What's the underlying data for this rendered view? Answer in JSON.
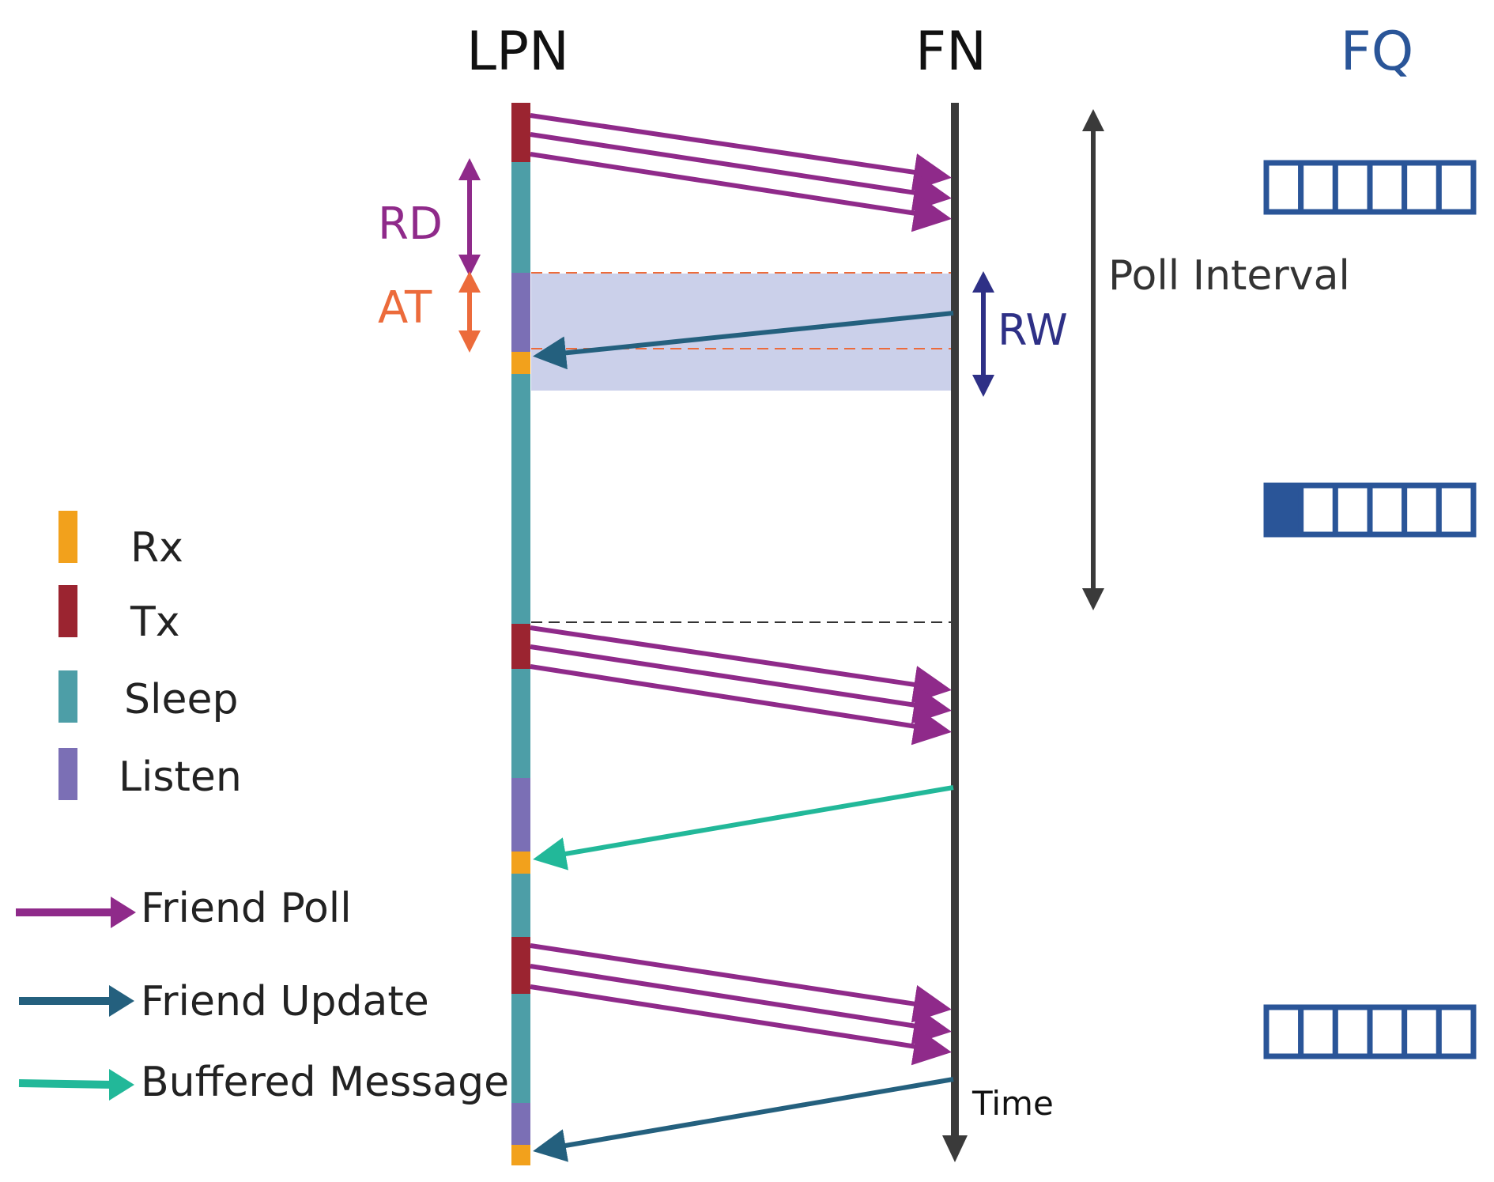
{
  "columns": {
    "lpn": "LPN",
    "fn": "FN",
    "fq": "FQ"
  },
  "annotations": {
    "rd": "RD",
    "at": "AT",
    "rw": "RW",
    "poll_interval": "Poll Interval",
    "time": "Time"
  },
  "legend": {
    "states": [
      {
        "key": "rx",
        "label": "Rx",
        "color": "#f2a11c"
      },
      {
        "key": "tx",
        "label": "Tx",
        "color": "#9b2430"
      },
      {
        "key": "sleep",
        "label": "Sleep",
        "color": "#4d9ea7"
      },
      {
        "key": "listen",
        "label": "Listen",
        "color": "#7b6fb5"
      }
    ],
    "messages": [
      {
        "key": "friend-poll",
        "label": "Friend Poll",
        "color": "#8f2a8a"
      },
      {
        "key": "friend-update",
        "label": "Friend Update",
        "color": "#24607e"
      },
      {
        "key": "buffered-message",
        "label": "Buffered Message",
        "color": "#22b899"
      }
    ]
  },
  "colors": {
    "rd": "#8f2a8a",
    "at": "#ec6b3b",
    "rw": "#2e3086",
    "fq": "#2a5598",
    "receive_window": "#cbd0ea",
    "timeline": "#3a3a3a",
    "text": "#222222"
  },
  "friend_queue": {
    "cells": 6,
    "states": [
      0,
      1,
      0
    ]
  }
}
